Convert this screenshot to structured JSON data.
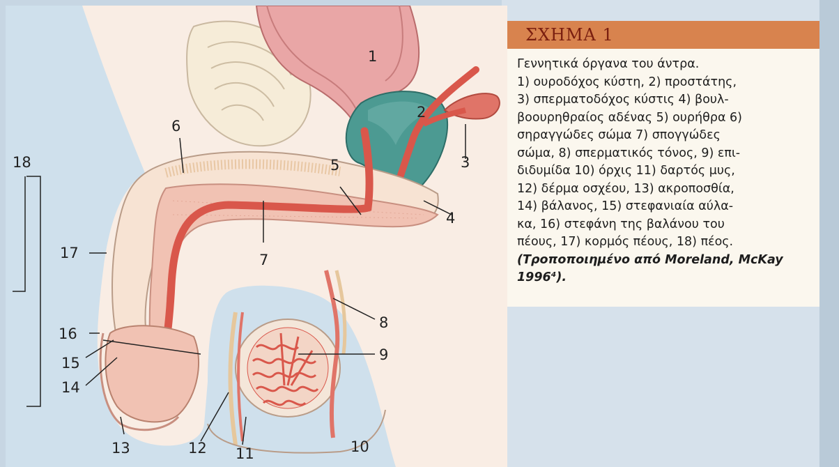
{
  "figure": {
    "labels": {
      "n1": "1",
      "n2": "2",
      "n3": "3",
      "n4": "4",
      "n5": "5",
      "n6": "6",
      "n7": "7",
      "n8": "8",
      "n9": "9",
      "n10": "10",
      "n11": "11",
      "n12": "12",
      "n13": "13",
      "n14": "14",
      "n15": "15",
      "n16": "16",
      "n17": "17",
      "n18": "18"
    },
    "colors": {
      "bladder": "#e9a6a6",
      "prostate": "#4c9a92",
      "urethra": "#d9574b",
      "tissue": "#f1c2b3",
      "skin": "#f7e3d3",
      "background": "#cfe0ec",
      "paper": "#f9ede4"
    }
  },
  "caption": {
    "title": "ΣΧΗΜΑ 1",
    "lines": [
      "Γεννητικά όργανα του άντρα.",
      "1) ουροδόχος κύστη, 2) προστάτης,",
      "3) σπερματοδόχος κύστις 4) βουλ-",
      "βοουρηθραίος αδένας 5) ουρήθρα 6)",
      "σηραγγώδες σώμα 7) σπογγώδες",
      "σώμα, 8) σπερματικός τόνος, 9) επι-",
      "διδυμίδα 10) όρχις 11) δαρτός μυς,",
      "12) δέρμα οσχέου, 13) ακροποσθία,",
      "14) βάλανος, 15) στεφανιαία αύλα-",
      "κα, 16) στεφάνη της βαλάνου του",
      "πέους, 17) κορμός πέους, 18) πέος."
    ],
    "source_line1": "(Τροποποιημένο από Moreland, McKay",
    "source_line2": "1996⁴)."
  }
}
